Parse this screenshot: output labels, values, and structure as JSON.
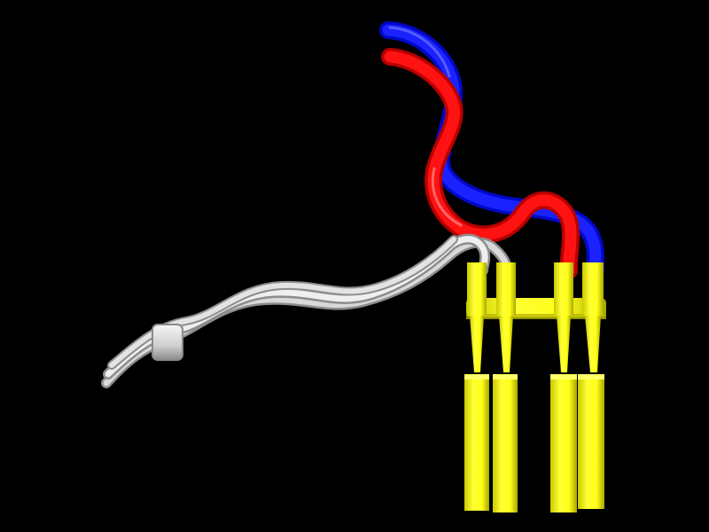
{
  "scene": {
    "background": "#000000",
    "subject": "ribbon-model-render",
    "colors": {
      "blue_strand": "#0a10ff",
      "red_strand": "#ff0d0d",
      "gray_strand": "#d9d9d9",
      "yellow_block": "#ffff1a",
      "yellow_shade": "#b8b800"
    },
    "parts": [
      {
        "name": "blue-strand",
        "color_key": "blue_strand"
      },
      {
        "name": "red-strand",
        "color_key": "red_strand"
      },
      {
        "name": "gray-strand-bundle",
        "color_key": "gray_strand"
      },
      {
        "name": "yellow-column-group",
        "color_key": "yellow_block"
      }
    ]
  }
}
